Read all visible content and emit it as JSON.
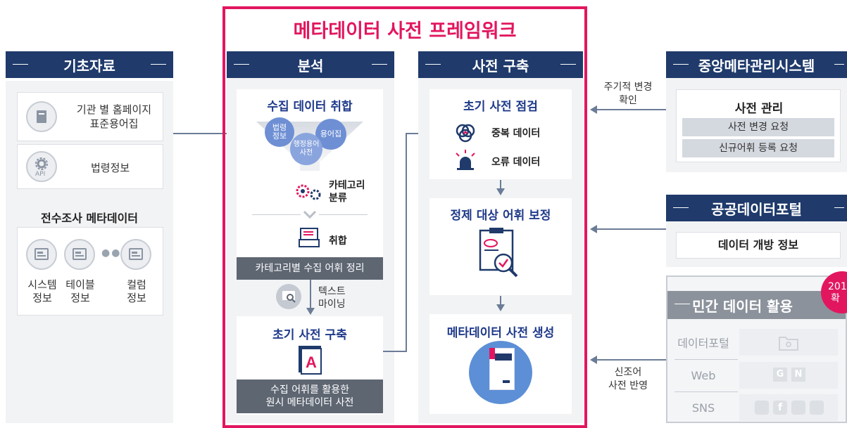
{
  "title": "메타데이터 사전 프레임워크",
  "left": {
    "header": "기초자료",
    "items": [
      {
        "label_line1": "기관 별 홈페이지",
        "label_line2": "표준용어집"
      },
      {
        "label": "법령정보",
        "icon_text": "API"
      }
    ],
    "survey_title": "전수조사 메타데이터",
    "survey_items": [
      {
        "line1": "시스템",
        "line2": "정보"
      },
      {
        "line1": "테이블",
        "line2": "정보"
      },
      {
        "line1": "컬럼",
        "line2": "정보"
      }
    ]
  },
  "analysis": {
    "header": "분석",
    "collect_title": "수집 데이터 취합",
    "bubbles": [
      "법령\n정보",
      "용어집",
      "행정용어\n사전"
    ],
    "classify_line1": "카테고리",
    "classify_line2": "분류",
    "merge": "취합",
    "bar1": "카테고리별 수집 어휘 정리",
    "text_mining_line1": "텍스트",
    "text_mining_line2": "마이닝",
    "initial_build": "초기 사전 구축",
    "bar2_line1": "수집 어휘를 활용한",
    "bar2_line2": "원시 메타데이터 사전"
  },
  "dict": {
    "header": "사전 구축",
    "check_title": "초기 사전 점검",
    "dup": "중복 데이터",
    "err": "오류 데이터",
    "refine_title": "정제 대상 어휘 보정",
    "generate_title": "메타데이터 사전 생성"
  },
  "right": {
    "central_header": "중앙메타관리시스템",
    "periodic_line1": "주기적 변경",
    "periodic_line2": "확인",
    "manage_title": "사전 관리",
    "manage_items": [
      "사전 변경 요청",
      "신규어휘 등록 요청"
    ],
    "portal_header": "공공데이터포털",
    "portal_item": "데이터 개방 정보",
    "private_header": "민간 데이터 활용",
    "badge_line1": "201",
    "badge_line2": "확",
    "new_word_line1": "신조어",
    "new_word_line2": "사전 반영",
    "channels": [
      "데이터포털",
      "Web",
      "SNS"
    ]
  },
  "colors": {
    "accent": "#e2165f",
    "navy": "#1f3a6b",
    "title_blue": "#1f3a8a",
    "gray_bar": "#5e6672"
  }
}
